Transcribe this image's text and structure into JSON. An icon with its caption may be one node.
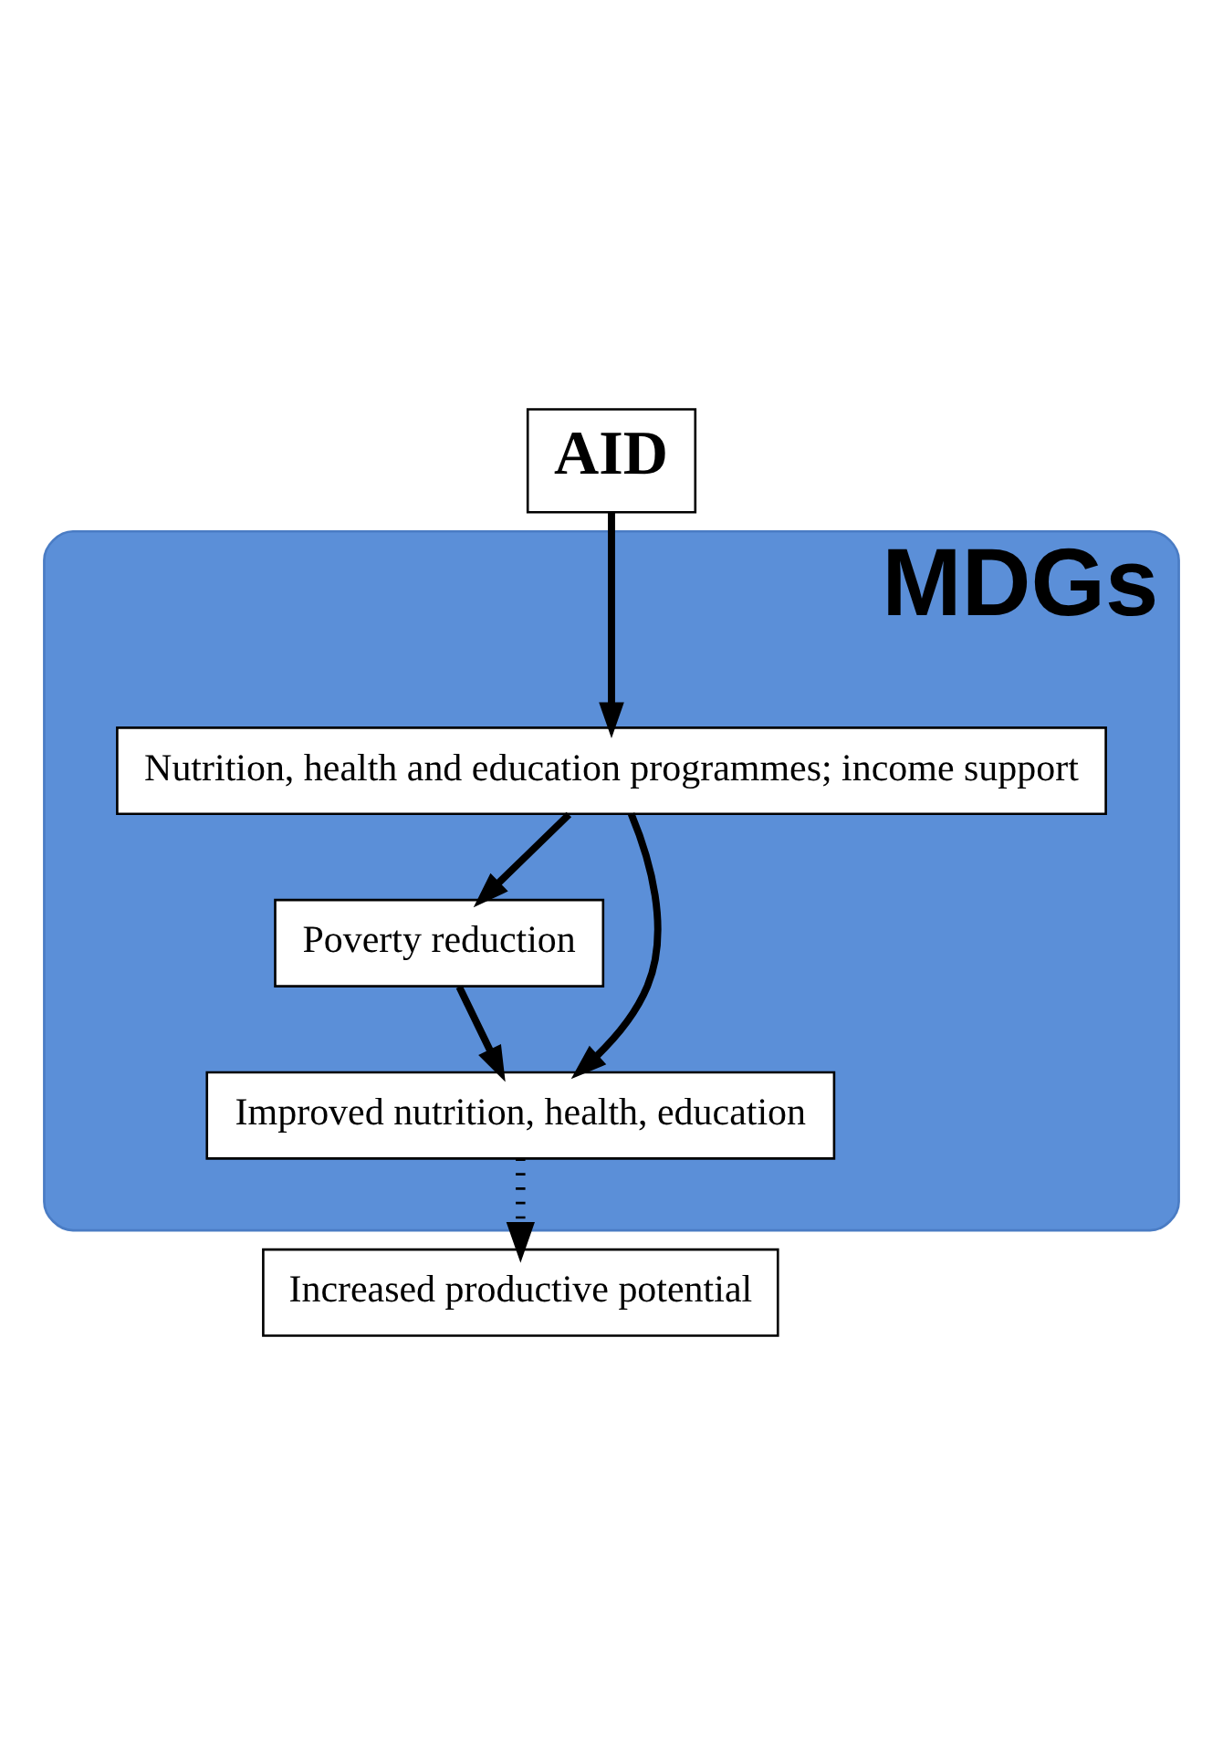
{
  "diagram": {
    "nodes": [
      {
        "text": [
          "AID"
        ]
      },
      {
        "text": [
          "MDGs"
        ]
      },
      {
        "text": [
          "Nutrition, health and education programmes; income support"
        ],
        "in": 1
      },
      {
        "text": [
          "Poverty reduction"
        ],
        "in": 1
      },
      {
        "text": [
          "Improved nutrition, health, education"
        ],
        "in": 1
      },
      {
        "text": [
          "Increased productive potential"
        ]
      }
    ],
    "edges": [
      {
        "from": 0,
        "to": 2,
        "arrow": "to"
      },
      {
        "from": 2,
        "to": 3,
        "arrow": "to"
      },
      {
        "from": 3,
        "to": 4,
        "arrow": "to"
      },
      {
        "from": 2,
        "to": 4,
        "arrow": "to"
      },
      {
        "from": 4,
        "to": 5,
        "arrow": "to",
        "style": "dashed"
      }
    ]
  }
}
